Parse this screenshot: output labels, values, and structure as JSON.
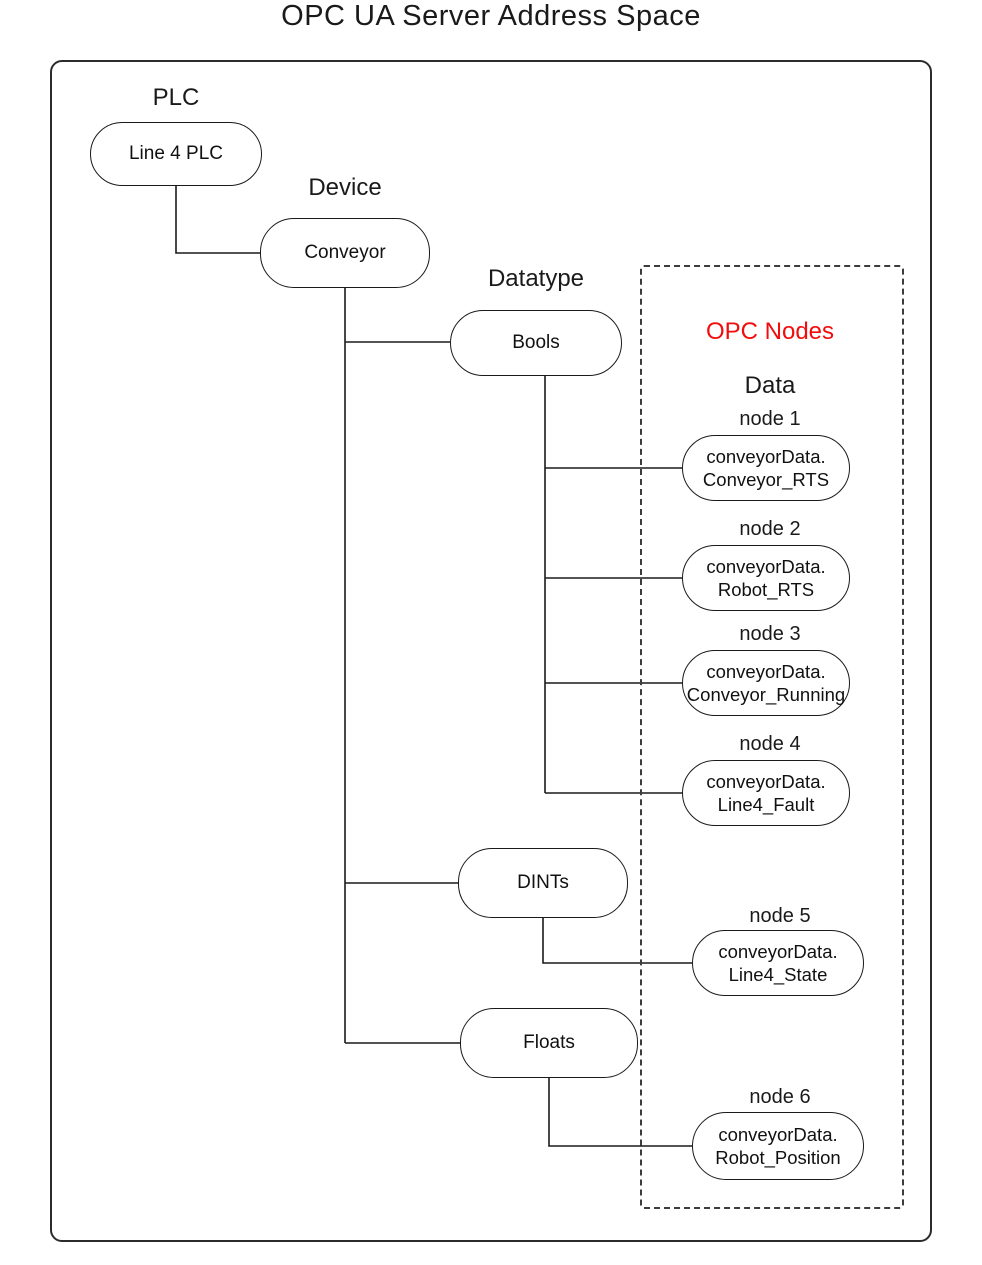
{
  "title": "OPC UA Server Address Space",
  "colors": {
    "accent_red": "#f20d0d",
    "line": "#1a1a1a"
  },
  "group_labels": {
    "plc": "PLC",
    "device": "Device",
    "datatype": "Datatype",
    "opc_nodes": "OPC Nodes",
    "data": "Data"
  },
  "tree": {
    "plc": "Line 4 PLC",
    "device": "Conveyor",
    "datatypes": {
      "bools": "Bools",
      "dints": "DINTs",
      "floats": "Floats"
    }
  },
  "opc_nodes": [
    {
      "label": "node 1",
      "line1": "conveyorData.",
      "line2": "Conveyor_RTS"
    },
    {
      "label": "node 2",
      "line1": "conveyorData.",
      "line2": "Robot_RTS"
    },
    {
      "label": "node 3",
      "line1": "conveyorData.",
      "line2": "Conveyor_Running"
    },
    {
      "label": "node 4",
      "line1": "conveyorData.",
      "line2": "Line4_Fault"
    },
    {
      "label": "node 5",
      "line1": "conveyorData.",
      "line2": "Line4_State"
    },
    {
      "label": "node 6",
      "line1": "conveyorData.",
      "line2": "Robot_Position"
    }
  ]
}
